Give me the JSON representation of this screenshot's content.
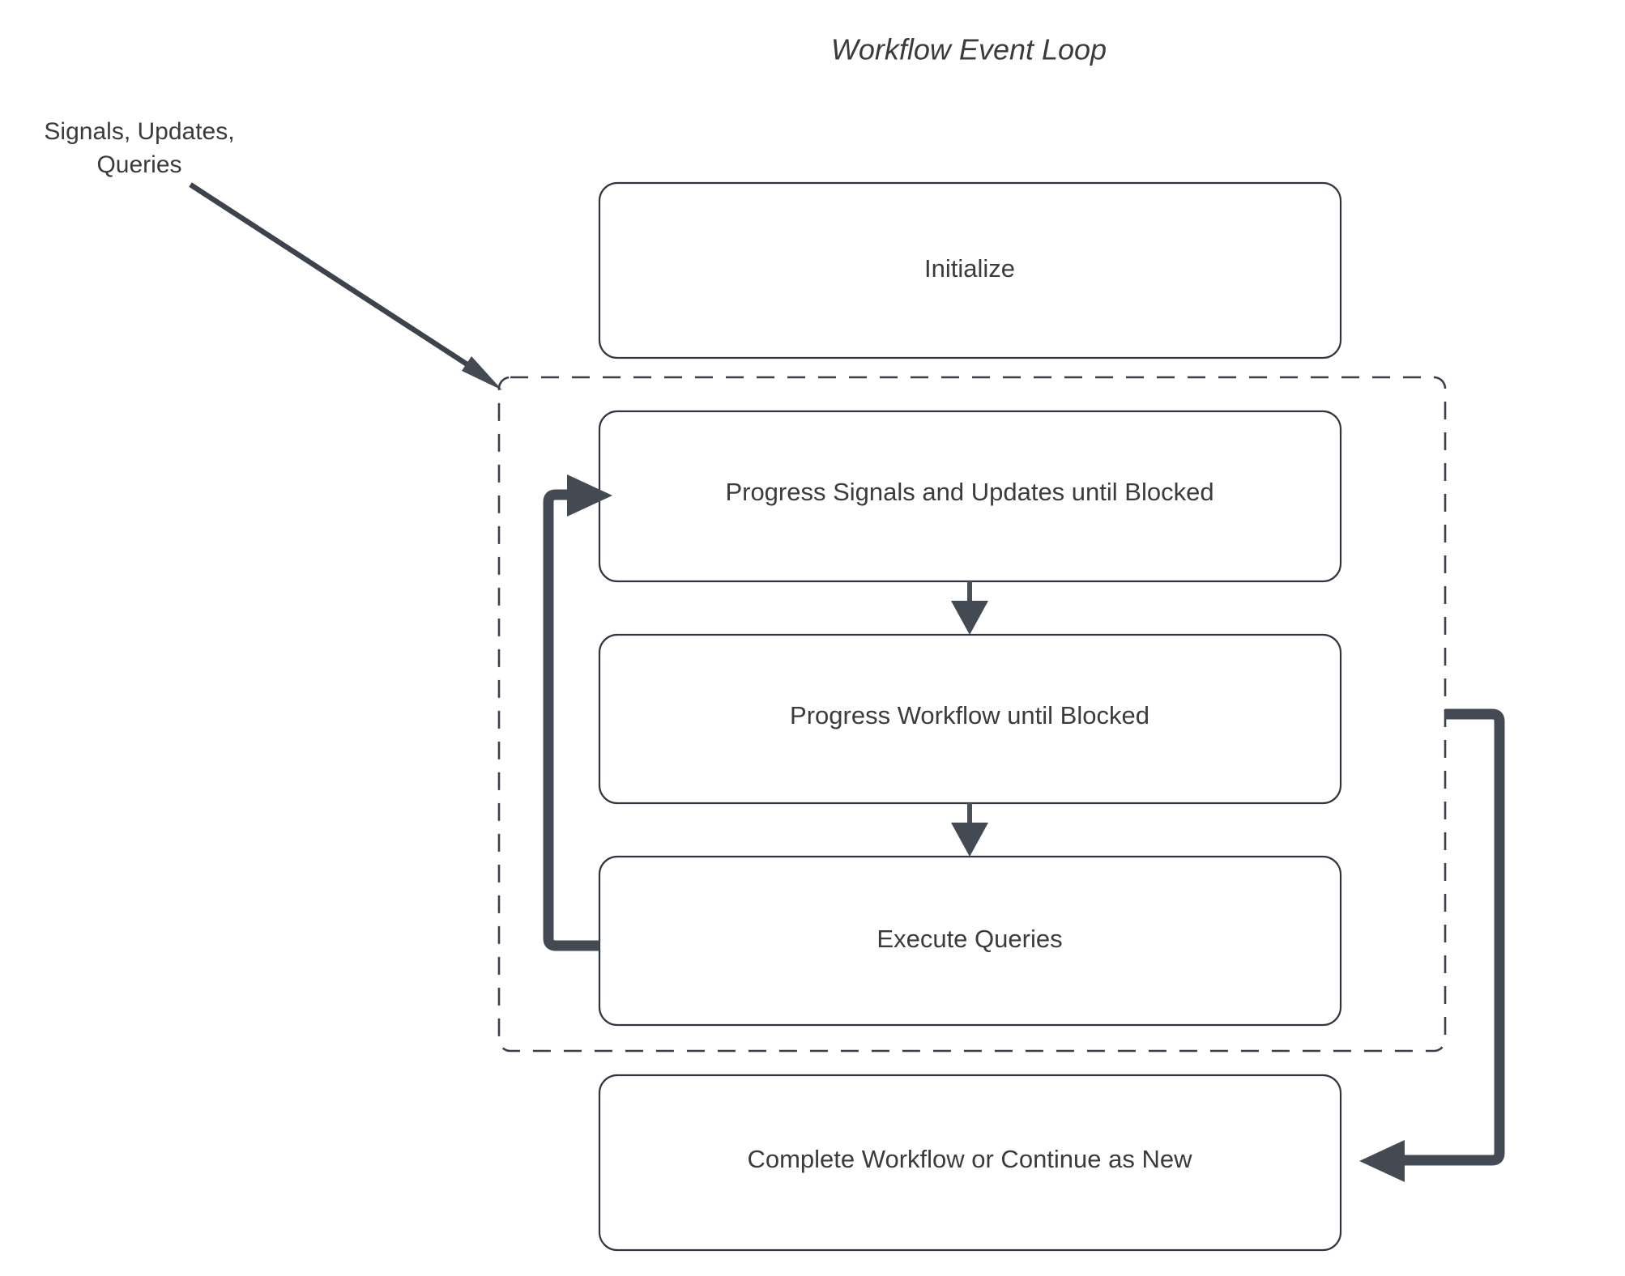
{
  "diagram": {
    "title": "Workflow Event Loop",
    "background_color": "#ffffff",
    "node_stroke_color": "#2f3640",
    "node_fill_color": "#ffffff",
    "text_color": "#3b3b3b",
    "connector_color": "#434a54",
    "group_stroke_color": "#3a4049",
    "type": "flowchart"
  },
  "nodes": {
    "initialize": {
      "label": "Initialize"
    },
    "progress_signals": {
      "label": "Progress Signals and Updates until Blocked"
    },
    "progress_workflow": {
      "label": "Progress Workflow until Blocked"
    },
    "execute_queries": {
      "label": "Execute Queries"
    },
    "complete_workflow": {
      "label": "Complete Workflow or Continue as New"
    }
  },
  "edges": {
    "external_input": {
      "label_line1": "Signals, Updates,",
      "label_line2": "Queries"
    }
  },
  "group": {
    "name": "event-loop-group",
    "style": "dashed"
  }
}
